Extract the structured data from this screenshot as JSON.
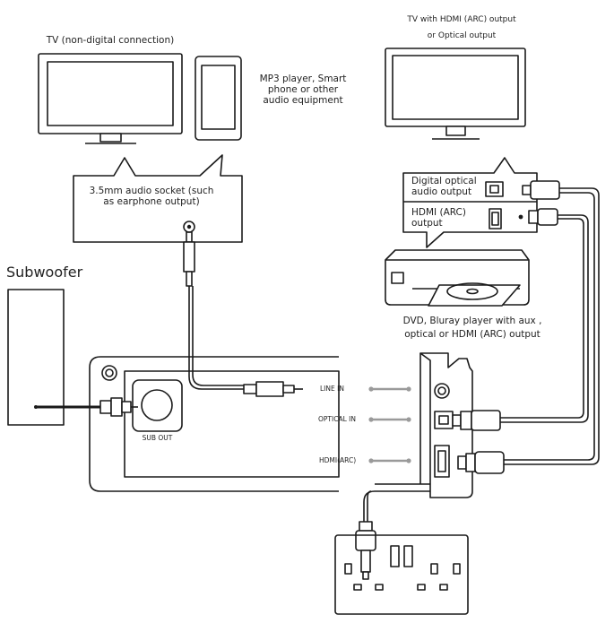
{
  "devices": {
    "tv_analog_label": "TV (non-digital connection)",
    "mp3_label": "MP3 player, Smart phone or other audio equipment",
    "aux_socket_label": "3.5mm audio socket (such as earphone output)",
    "tv_hdmi_label_line1": "TV with HDMI (ARC) output",
    "tv_hdmi_label_line2": "or Optical output",
    "optical_out_label": "Digital optical audio output",
    "hdmi_out_label": "HDMI (ARC) output",
    "dvd_label_line1": "DVD, Bluray player with aux ,",
    "dvd_label_line2": "optical or HDMI (ARC) output",
    "subwoofer_label": "Subwoofer"
  },
  "soundbar": {
    "sub_out_label": "SUB OUT",
    "line_in_label": "LINE IN",
    "optical_in_label": "OPTICAL IN",
    "hdmi_arc_label": "HDMI(ARC)"
  }
}
